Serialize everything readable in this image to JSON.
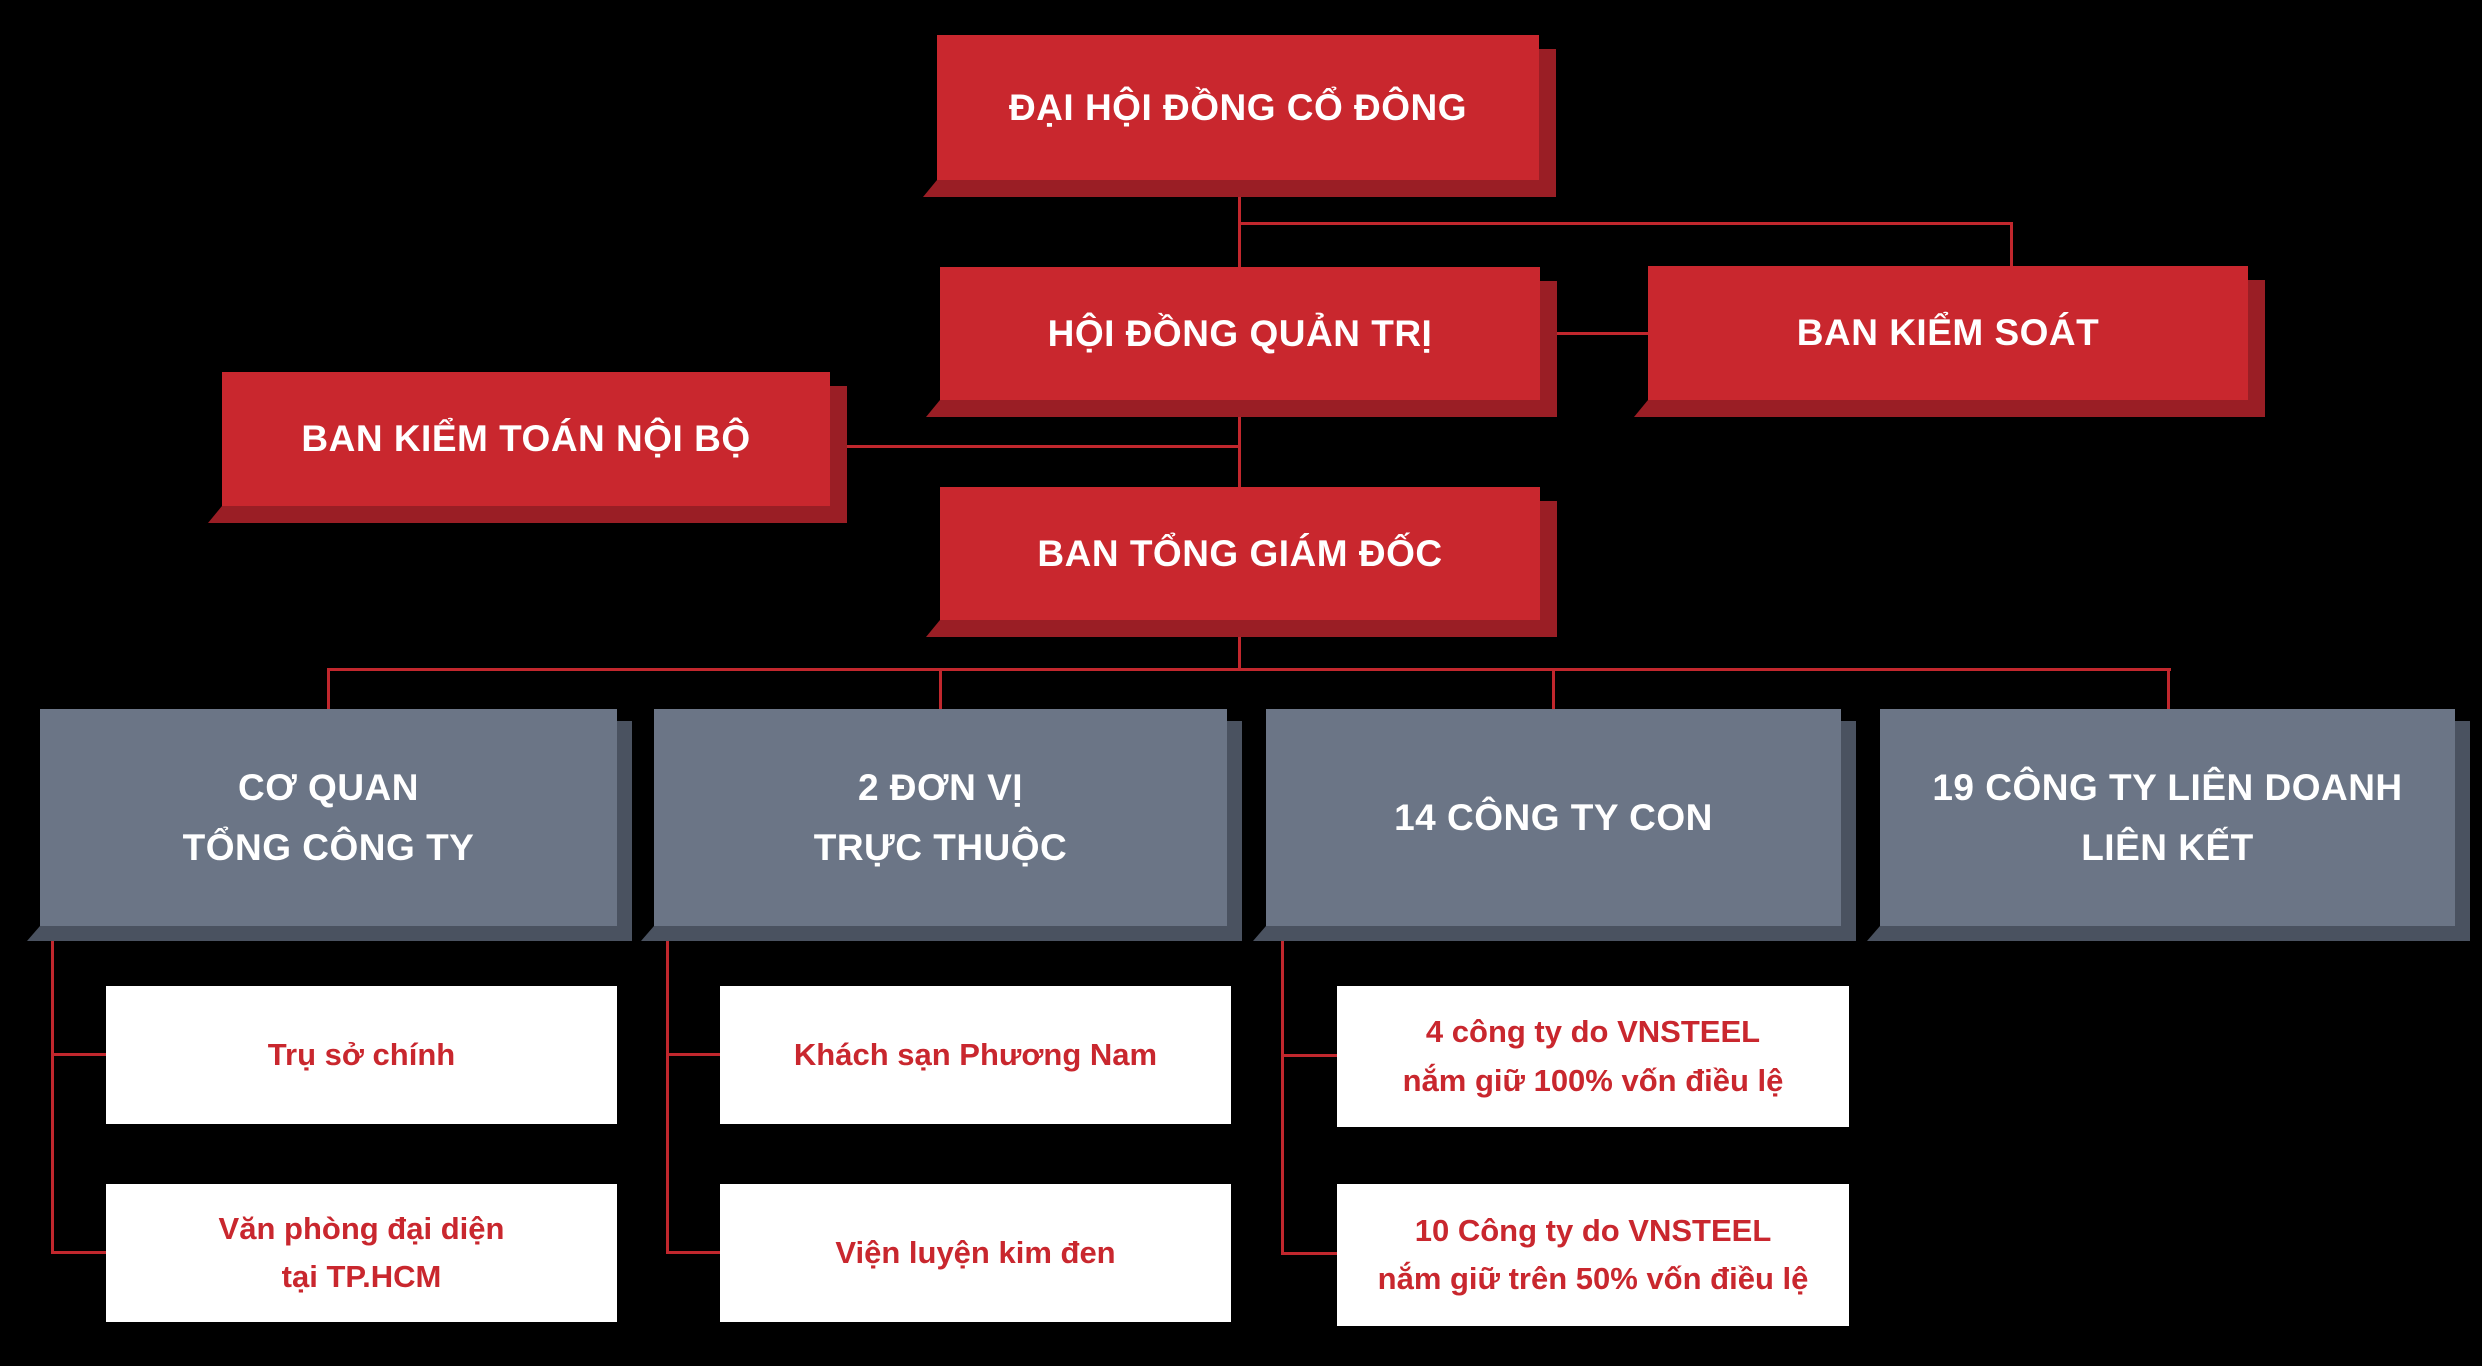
{
  "palette": {
    "background": "#000000",
    "box_red": "#c9272e",
    "box_red_shadow": "#9a1e25",
    "box_gray": "#6b7586",
    "box_gray_shadow": "#4a5260",
    "box_white": "#ffffff",
    "text_on_box": "#ffffff",
    "text_red": "#c9272e",
    "connector_line": "#c1272d"
  },
  "org": {
    "shareholders_meeting": "ĐẠI HỘI ĐỒNG CỔ ĐÔNG",
    "board_of_directors": "HỘI ĐỒNG QUẢN TRỊ",
    "supervisory_board": "BAN KIỂM SOÁT",
    "internal_audit_board": "BAN KIỂM TOÁN NỘI BỘ",
    "general_directorate": "BAN TỔNG GIÁM ĐỐC",
    "branches": [
      {
        "label": "CƠ QUAN\nTỔNG CÔNG TY",
        "children": [
          "Trụ sở chính",
          "Văn phòng đại diện\ntại TP.HCM"
        ]
      },
      {
        "label": "2 ĐƠN VỊ\nTRỰC THUỘC",
        "children": [
          "Khách sạn Phương Nam",
          "Viện luyện kim đen"
        ]
      },
      {
        "label": "14 CÔNG TY CON",
        "children": [
          "4 công ty do VNSTEEL\nnắm giữ 100% vốn điều lệ",
          "10 Công ty do VNSTEEL\nnắm giữ trên 50% vốn điều lệ"
        ]
      },
      {
        "label": "19 CÔNG TY LIÊN DOANH\nLIÊN KẾT",
        "children": []
      }
    ]
  }
}
